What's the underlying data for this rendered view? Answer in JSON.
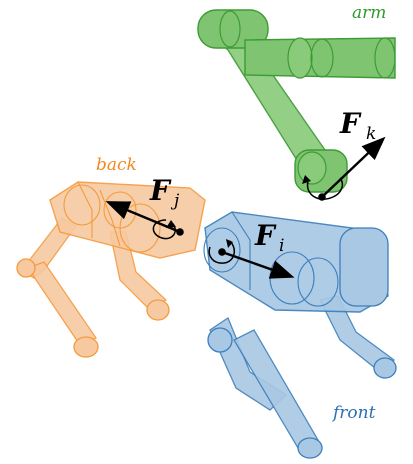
{
  "labels": {
    "arm": "arm",
    "back": "back",
    "front": "front"
  },
  "forces": {
    "arm": {
      "symbol": "F",
      "subscript": "k"
    },
    "back": {
      "symbol": "F",
      "subscript": "j"
    },
    "front": {
      "symbol": "F",
      "subscript": "i"
    }
  },
  "colors": {
    "arm_fill": "#7fc470",
    "arm_stroke": "#3d9b35",
    "back_fill": "#f7c9a1",
    "back_stroke": "#f59a3c",
    "front_fill": "#a9c8e4",
    "front_stroke": "#3c7fbb",
    "arm_label": "#2f9a2f",
    "back_label": "#f08a24",
    "front_label": "#2c6fb3"
  }
}
